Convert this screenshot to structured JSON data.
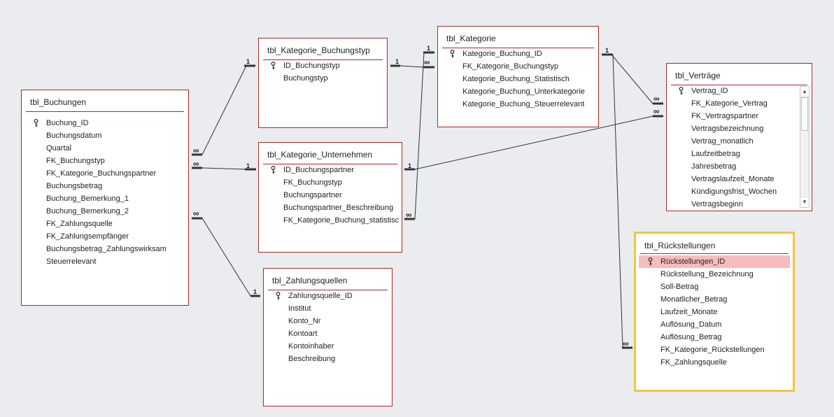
{
  "tables": {
    "buchungen": {
      "title": "tbl_Buchungen",
      "fields": [
        "Buchung_ID",
        "Buchungsdatum",
        "Quartal",
        "FK_Buchungstyp",
        "FK_Kategorie_Buchungspartner",
        "Buchungsbetrag",
        "Buchung_Bemerkung_1",
        "Buchung_Bemerkung_2",
        "FK_Zahlungsquelle",
        "FK_Zahlungsempfänger",
        "Buchungsbetrag_Zahlungswirksam",
        "Steuerrelevant"
      ]
    },
    "kat_buchungstyp": {
      "title": "tbl_Kategorie_Buchungstyp",
      "fields": [
        "ID_Buchungstyp",
        "Buchungstyp"
      ]
    },
    "kategorie": {
      "title": "tbl_Kategorie",
      "fields": [
        "Kategorie_Buchung_ID",
        "FK_Kategorie_Buchungstyp",
        "Kategorie_Buchung_Statistisch",
        "Kategorie_Buchung_Unterkategorie",
        "Kategorie_Buchung_Steuerrelevant"
      ]
    },
    "kat_unternehmen": {
      "title": "tbl_Kategorie_Unternehmen",
      "fields": [
        "ID_Buchungspartner",
        "FK_Buchungstyp",
        "Buchungspartner",
        "Buchungspartner_Beschreibung",
        "FK_Kategorie_Buchung_statistisc"
      ]
    },
    "zahlungsquellen": {
      "title": "tbl_Zahlungsquellen",
      "fields": [
        "Zahlungsquelle_ID",
        "Institut",
        "Konto_Nr",
        "Kontoart",
        "Kontoinhaber",
        "Beschreibung"
      ]
    },
    "vertraege": {
      "title": "tbl_Verträge",
      "fields": [
        "Vertrag_ID",
        "FK_Kategorie_Vertrag",
        "FK_Vertragspartner",
        "Vertragsbezeichnung",
        "Vertrag_monatlich",
        "Laufzeitbetrag",
        "Jahresbetrag",
        "Vertragslaufzeit_Monate",
        "Kündigungsfrist_Wochen",
        "Vertragsbeginn"
      ]
    },
    "rueckstellungen": {
      "title": "tbl_Rückstellungen",
      "fields": [
        "Rückstellungen_ID",
        "Rückstellung_Bezeichnung",
        "Soll-Betrag",
        "Monatlicher_Betrag",
        "Laufzeit_Monate",
        "Auflösung_Datum",
        "Auflösung_Betrag",
        "FK_Kategorie_Rückstellungen",
        "FK_Zahlungsquelle"
      ]
    }
  },
  "relationship_labels": {
    "one": "1",
    "many": "∞"
  },
  "scrollbar": {
    "up": "▲",
    "down": "▼"
  },
  "colors": {
    "table_border": "#a32b2b",
    "selected_border": "#f0c541",
    "highlight_row": "#f7bcbc",
    "background": "#eaecef"
  }
}
